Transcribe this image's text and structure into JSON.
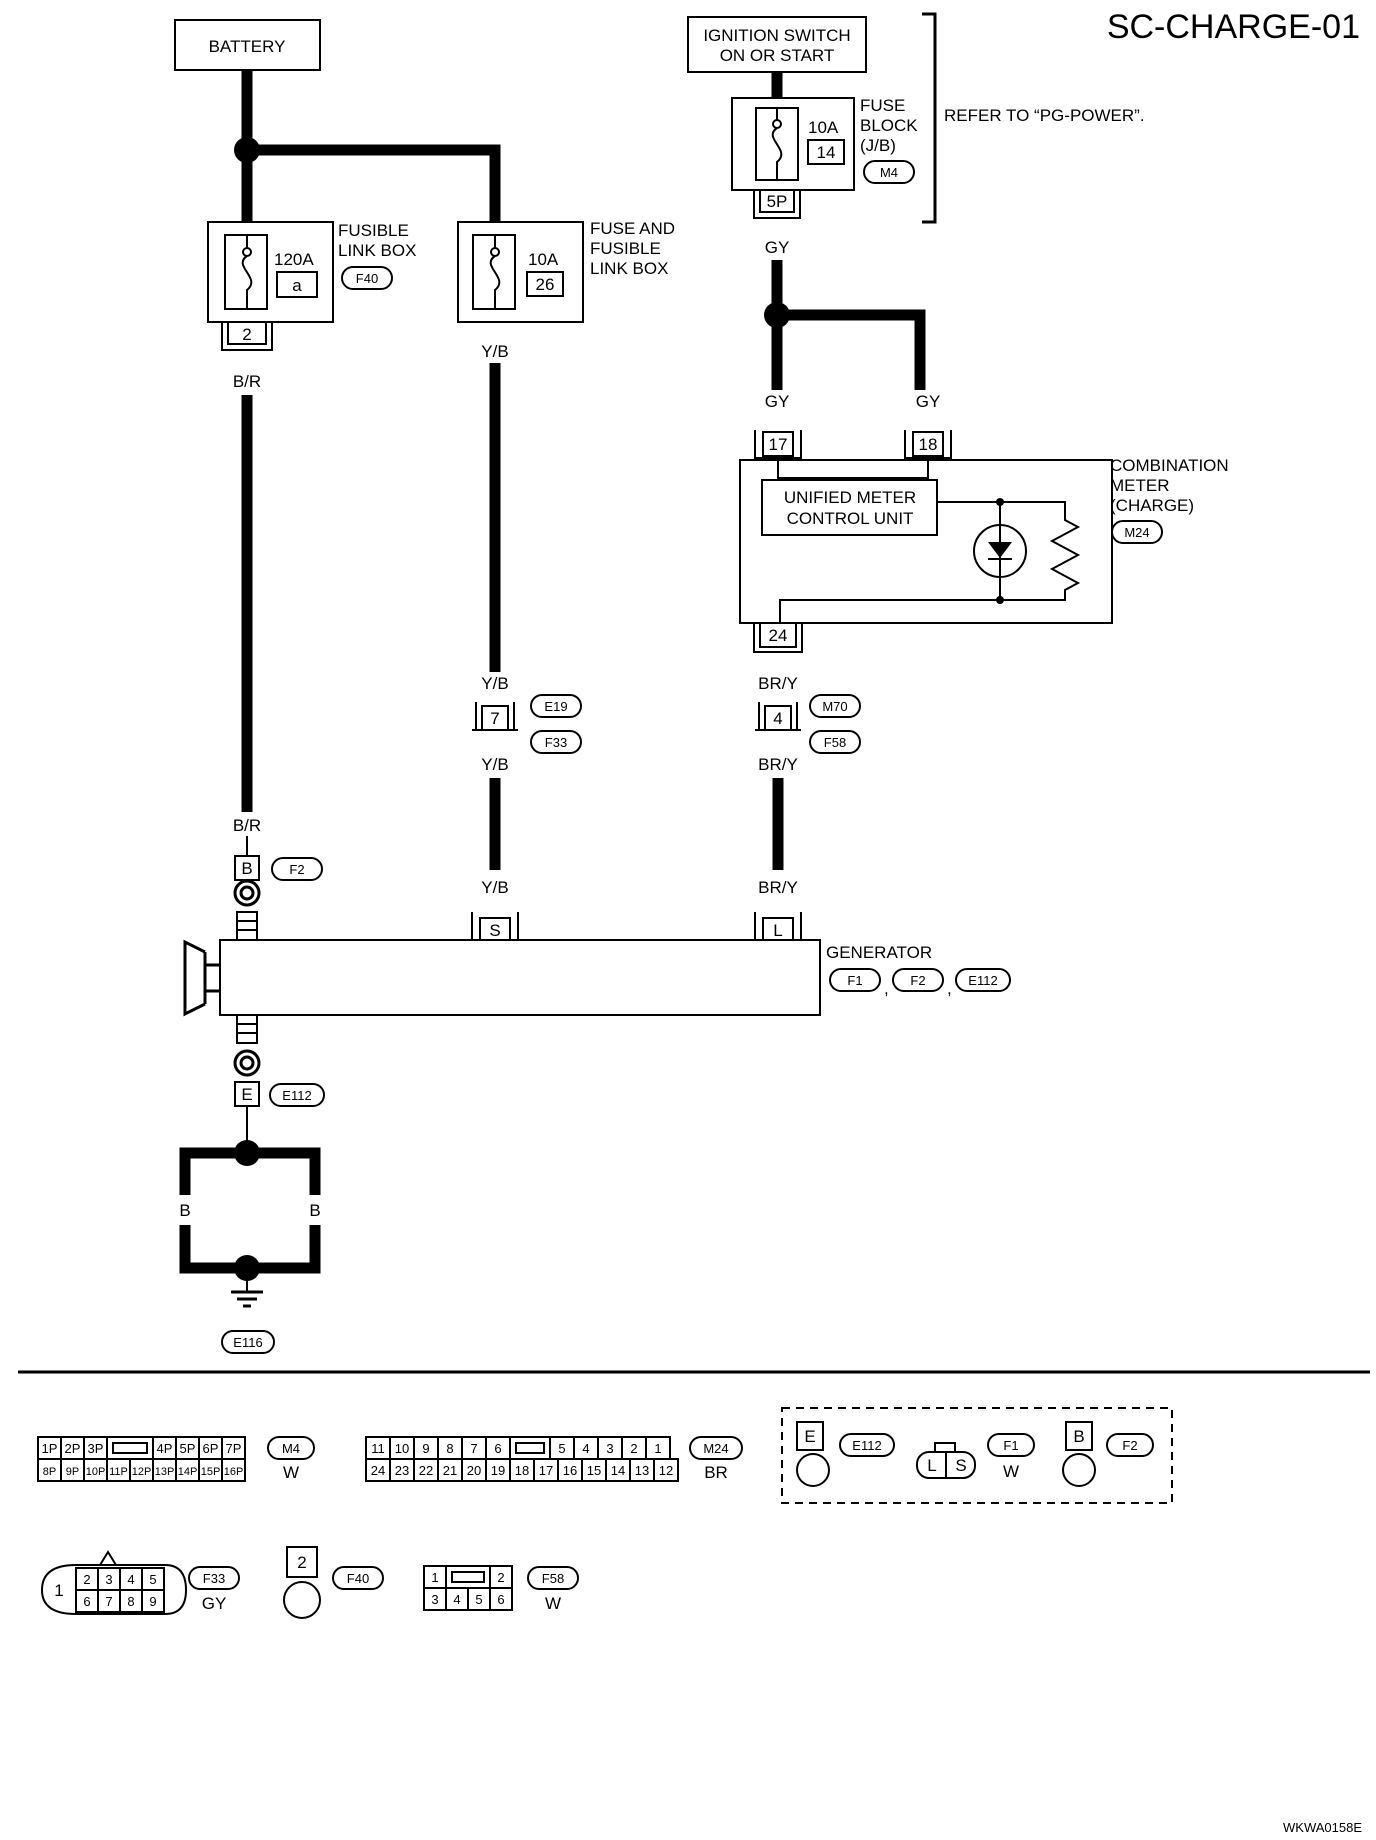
{
  "diagram_code": "SC-CHARGE-01",
  "footer_code": "WKWA0158E",
  "battery": "BATTERY",
  "ignition": {
    "line1": "IGNITION SWITCH",
    "line2": "ON OR START"
  },
  "refer_note": "REFER TO “PG-POWER”.",
  "fusible_link_box": {
    "line1": "FUSIBLE",
    "line2": "LINK BOX",
    "rating": "120A",
    "id": "a",
    "connector": "F40",
    "pin": "2"
  },
  "fuse_and_fusible": {
    "line1": "FUSE AND",
    "line2": "FUSIBLE",
    "line3": "LINK BOX",
    "rating": "10A",
    "id": "26"
  },
  "fuse_block": {
    "line1": "FUSE",
    "line2": "BLOCK",
    "line3": "(J/B)",
    "rating": "10A",
    "id": "14",
    "connector": "M4",
    "pin": "5P"
  },
  "combination_meter": {
    "line1": "COMBINATION",
    "line2": "METER",
    "line3": "(CHARGE)",
    "connector": "M24",
    "pin_a": "17",
    "pin_b": "18",
    "pin_out": "24"
  },
  "unified_meter": {
    "line1": "UNIFIED METER",
    "line2": "CONTROL UNIT"
  },
  "generator": {
    "label": "GENERATOR",
    "conn1": "F1",
    "conn2": "F2",
    "conn3": "E112",
    "sep": ",",
    "pin_s": "S",
    "pin_l": "L",
    "pin_b": "B",
    "pin_e": "E"
  },
  "wires": {
    "br": "B/R",
    "yb": "Y/B",
    "gy": "GY",
    "bry": "BR/Y",
    "b": "B"
  },
  "junctions": {
    "yb_pin": "7",
    "yb_top": "E19",
    "yb_bottom": "F33",
    "bry_pin": "4",
    "bry_top": "M70",
    "bry_bottom": "F58",
    "gen_b_conn": "F2",
    "gen_e_conn": "E112",
    "ground": "E116"
  },
  "connector_views": {
    "m4": {
      "id": "M4",
      "color": "W",
      "top": [
        "1P",
        "2P",
        "3P",
        "",
        "4P",
        "5P",
        "6P",
        "7P"
      ],
      "bottom": [
        "8P",
        "9P",
        "10P",
        "11P",
        "12P",
        "13P",
        "14P",
        "15P",
        "16P"
      ]
    },
    "m24": {
      "id": "M24",
      "color": "BR",
      "top": [
        "11",
        "10",
        "9",
        "8",
        "7",
        "6",
        "",
        "5",
        "4",
        "3",
        "2",
        "1"
      ],
      "bottom": [
        "24",
        "23",
        "22",
        "21",
        "20",
        "19",
        "18",
        "17",
        "16",
        "15",
        "14",
        "13",
        "12"
      ]
    },
    "e112": {
      "id": "E112",
      "pin": "E"
    },
    "f1": {
      "id": "F1",
      "color": "W",
      "pin_l": "L",
      "pin_s": "S"
    },
    "f2": {
      "id": "F2",
      "pin": "B"
    },
    "f33": {
      "id": "F33",
      "color": "GY",
      "left": "1",
      "top": [
        "2",
        "3",
        "4",
        "5"
      ],
      "bottom": [
        "6",
        "7",
        "8",
        "9"
      ]
    },
    "f40": {
      "id": "F40",
      "pin": "2"
    },
    "f58": {
      "id": "F58",
      "color": "W",
      "top": [
        "1",
        "",
        "2"
      ],
      "bottom": [
        "3",
        "4",
        "5",
        "6"
      ]
    }
  }
}
